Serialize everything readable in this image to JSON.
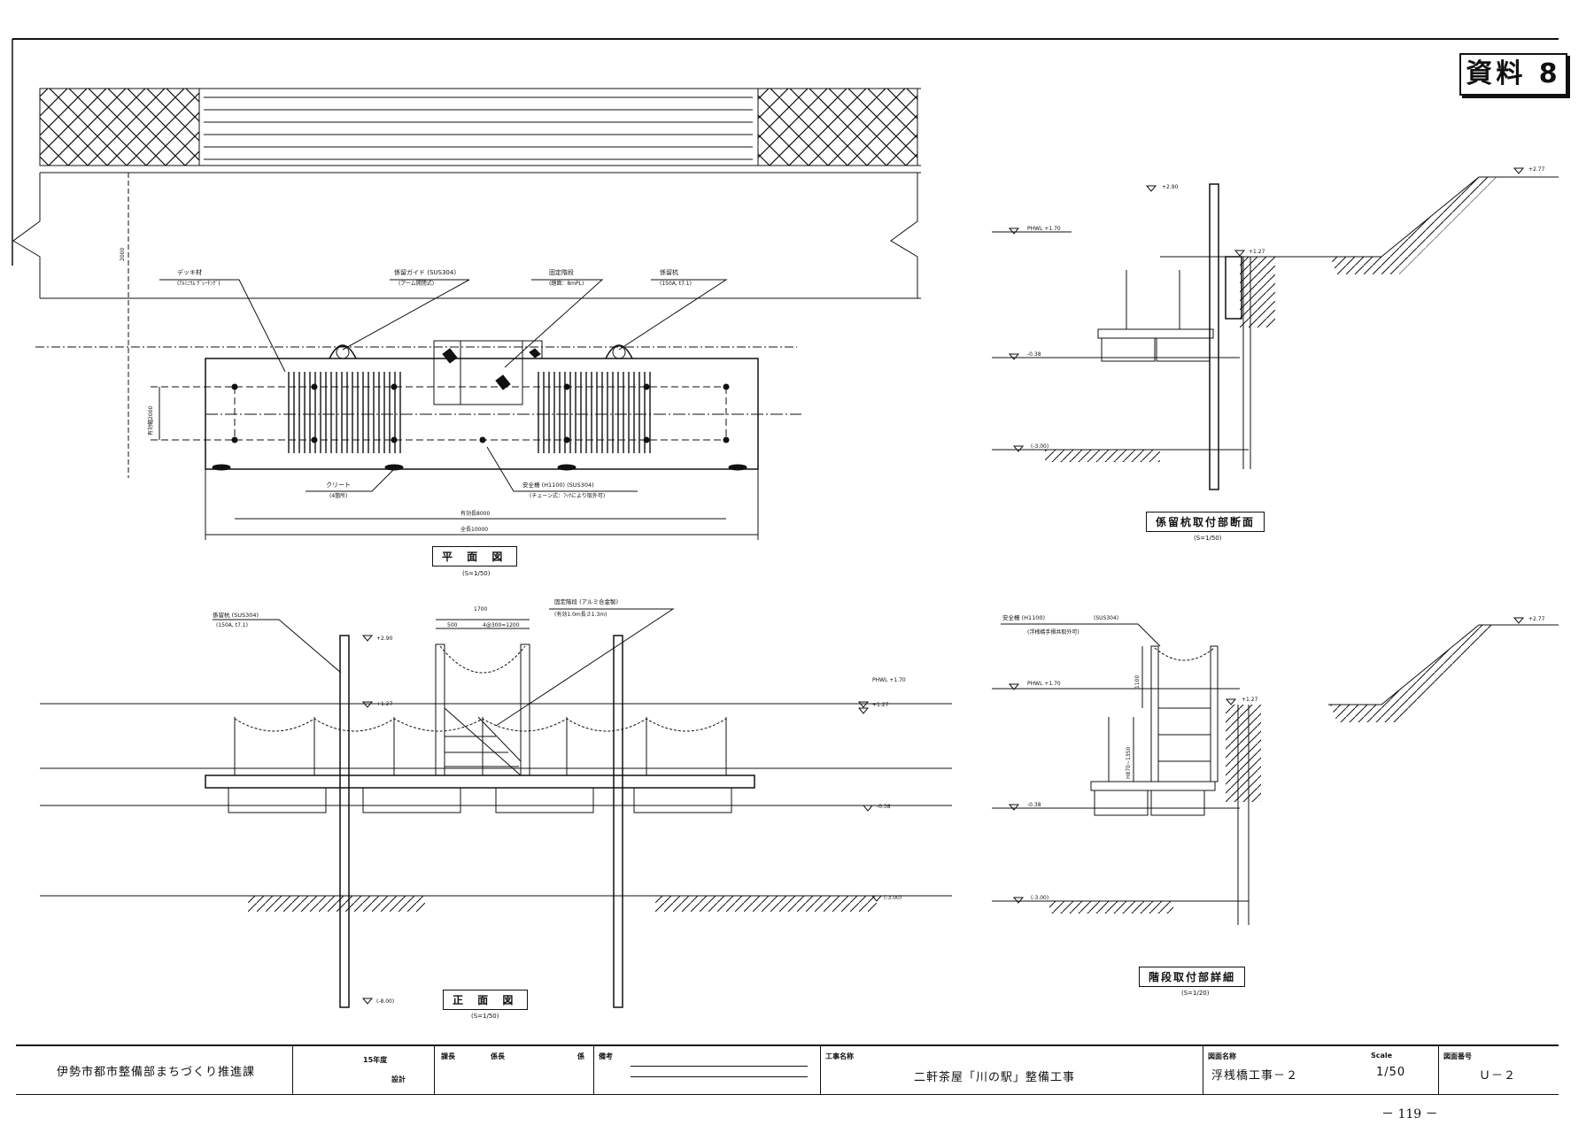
{
  "document_badge": "資料 8",
  "plan_view": {
    "title": "平 面 図",
    "scale": "(S=1/50)",
    "labels": {
      "deck": "デッキ材",
      "deck_sub": "(ｱﾙﾐﾆｳﾑ ｸﾞﾚｰﾁﾝｸﾞ)",
      "mooring_guide": "係留ガイド (SUS304)",
      "mooring_guide_sub": "(アーム開閉式)",
      "fixed_stair": "固定階段",
      "fixed_stair_sub": "(踏面：8mPL)",
      "mooring_pile": "係留杭",
      "mooring_pile_sub": "(150A, t7.1)",
      "cleat": "クリート",
      "cleat_sub": "(4箇所)",
      "railing": "安全柵 (H1100) (SUS304)",
      "railing_sub": "(チェーン式：ﾌｯｸにより取外可)",
      "dim_inner": "有効長8000",
      "dim_total": "全長10000",
      "dim_width": "有効幅2000",
      "dim_height": "2000"
    }
  },
  "front_view": {
    "title": "正 面 図",
    "scale": "(S=1/50)",
    "labels": {
      "mooring_pile": "係留杭 (SUS304)",
      "mooring_pile_sub": "(150A, t7.1)",
      "fixed_stair": "固定階段 (アルミ合金製)",
      "fixed_stair_sub": "(有効1.0m長さ1.3m)",
      "dim_top": "1700",
      "dim_a": "500",
      "dim_b": "4@300=1200"
    },
    "levels": {
      "top_pile": "+2.90",
      "hwl": "PHWL +1.70",
      "mid": "+1.27",
      "pile_mid": "+1.27",
      "water": "-0.38",
      "bed": "(-3.00)",
      "bottom_pile": "(-8.00)"
    }
  },
  "section_view": {
    "title": "係留杭取付部断面",
    "scale": "(S=1/50)",
    "levels": {
      "top_pile": "+2.90",
      "hwl": "PHWL +1.70",
      "bank_top": "+2.77",
      "bank_mid": "+1.27",
      "water": "-0.38",
      "bed": "(-3.00)"
    }
  },
  "stair_detail": {
    "title": "階段取付部詳細",
    "scale": "(S=1/20)",
    "labels": {
      "railing": "安全柵 (H1100)",
      "railing_mat": "(SUS304)",
      "railing_sub": "(浮桟橋手摺共取外可)",
      "dim_h": "1100",
      "dim_v": "H870~1350"
    },
    "levels": {
      "hwl": "PHWL +1.70",
      "bank_top": "+2.77",
      "bank_mid": "+1.27",
      "water": "-0.38",
      "bed": "(-3.00)"
    }
  },
  "title_block": {
    "organization": "伊勢市都市整備部まちづくり推進課",
    "year": "15年度",
    "design": "設計",
    "chief": "課長",
    "sub_chief": "係長",
    "staff": "係",
    "remarks_label": "備考",
    "project_label": "工事名称",
    "project_name": "二軒茶屋「川の駅」整備工事",
    "drawing_label": "図面名称",
    "drawing_name": "浮桟橋工事－２",
    "scale_label": "Scale",
    "scale_value": "1/50",
    "number_label": "図面番号",
    "number_value": "Ｕ－２"
  },
  "page_number": "－ 119 －"
}
